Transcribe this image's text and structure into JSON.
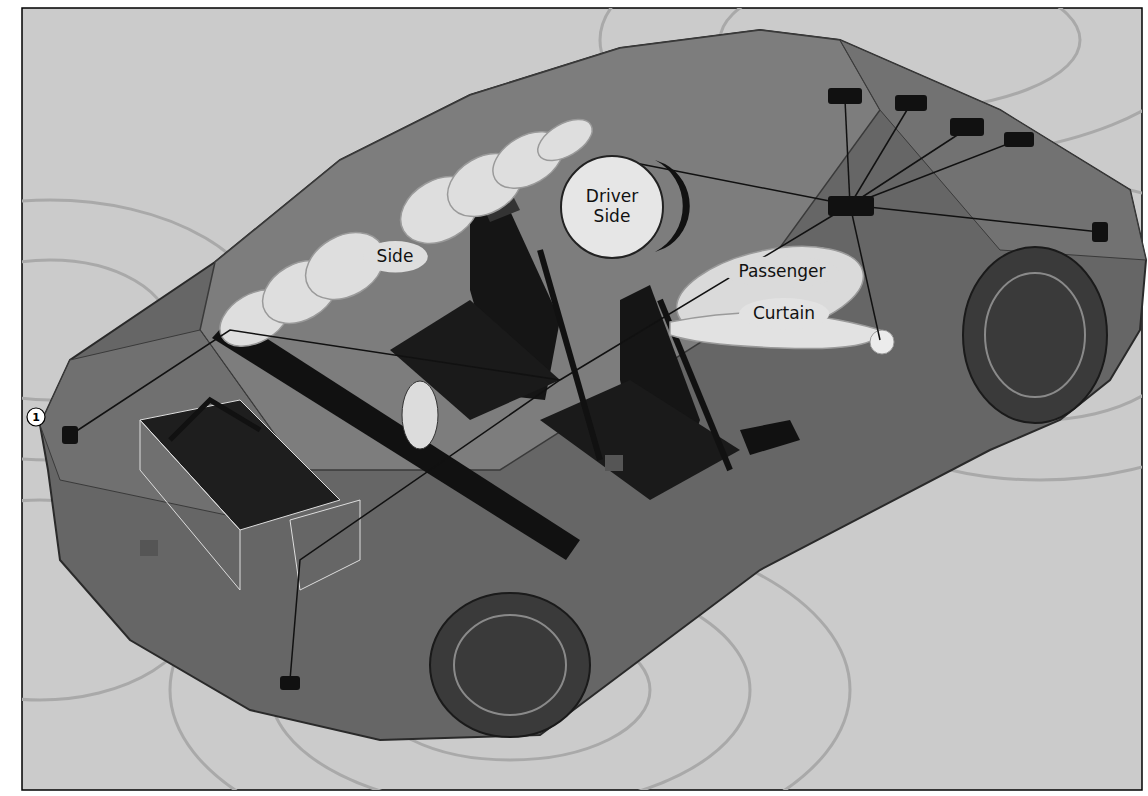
{
  "diagram": {
    "nodes": [
      {
        "text": [
          "Side"
        ]
      },
      {
        "text": [
          "Driver Side"
        ]
      },
      {
        "text": [
          "Passenger"
        ]
      },
      {
        "text": [
          "Curtain"
        ]
      }
    ],
    "labels": [
      "1"
    ]
  }
}
